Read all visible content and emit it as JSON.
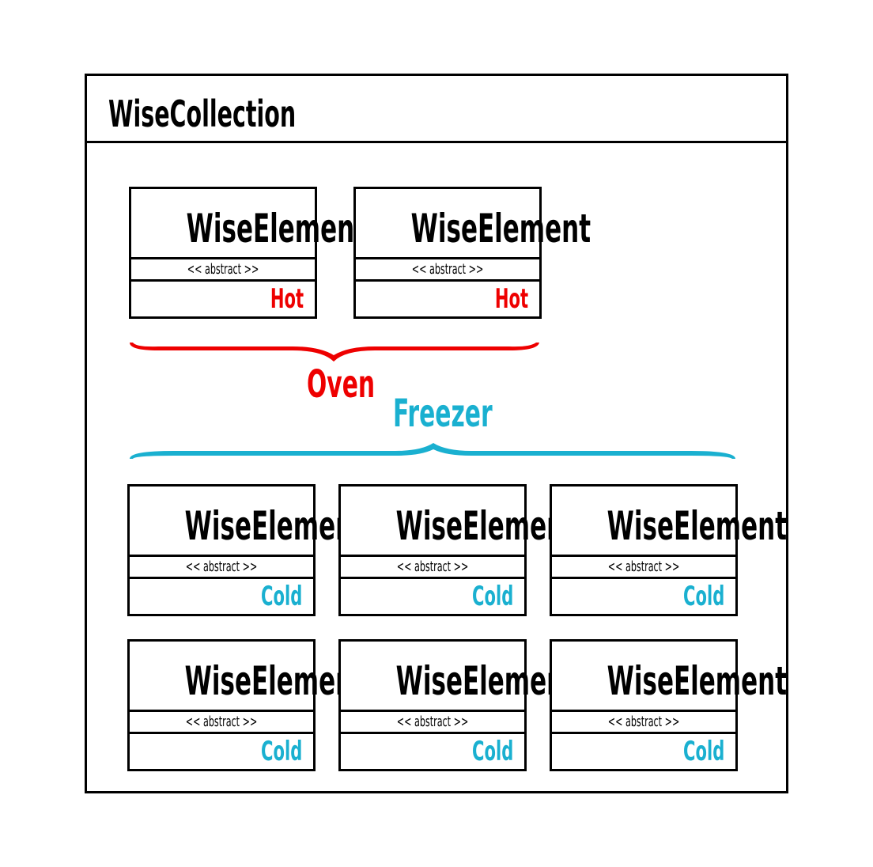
{
  "collection": {
    "title": "WiseCollection"
  },
  "colors": {
    "hot": "#ee0000",
    "cold": "#1ab0d0",
    "outline": "#000000"
  },
  "groups": {
    "oven": {
      "label": "Oven"
    },
    "freezer": {
      "label": "Freezer"
    }
  },
  "elements": [
    {
      "name": "WiseElement",
      "stereotype": "<< abstract >>",
      "state": "Hot"
    },
    {
      "name": "WiseElement",
      "stereotype": "<< abstract >>",
      "state": "Hot"
    },
    {
      "name": "WiseElement",
      "stereotype": "<< abstract >>",
      "state": "Cold"
    },
    {
      "name": "WiseElement",
      "stereotype": "<< abstract >>",
      "state": "Cold"
    },
    {
      "name": "WiseElement",
      "stereotype": "<< abstract >>",
      "state": "Cold"
    },
    {
      "name": "WiseElement",
      "stereotype": "<< abstract >>",
      "state": "Cold"
    },
    {
      "name": "WiseElement",
      "stereotype": "<< abstract >>",
      "state": "Cold"
    },
    {
      "name": "WiseElement",
      "stereotype": "<< abstract >>",
      "state": "Cold"
    }
  ]
}
